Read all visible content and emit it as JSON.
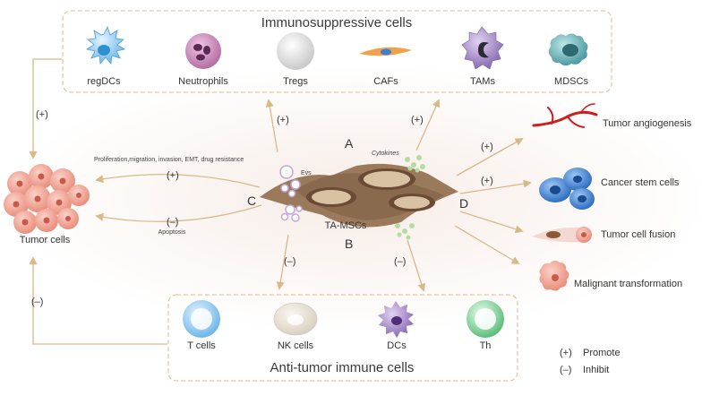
{
  "immunosuppressive": {
    "title": "Immunosuppressive cells",
    "cells": [
      "regDCs",
      "Neutrophils",
      "Tregs",
      "CAFs",
      "TAMs",
      "MDSCs"
    ]
  },
  "antitumor": {
    "title": "Anti-tumor immune cells",
    "cells": [
      "T cells",
      "NK cells",
      "DCs",
      "Th"
    ]
  },
  "center": {
    "label": "TA-MSCs",
    "evs": "Evs",
    "cytokines": "Cytokines",
    "letters": {
      "a": "A",
      "b": "B",
      "c": "C",
      "d": "D"
    }
  },
  "left": {
    "tumor_label": "Tumor cells",
    "effects_promote": "Proliferation,migration, invasion, EMT, drug resistance",
    "effects_inhibit": "Apoptosis"
  },
  "right": {
    "outcomes": [
      "Tumor angiogenesis",
      "Cancer stem cells",
      "Tumor cell fusion",
      "Malignant transformation"
    ]
  },
  "signs": {
    "plus": "(+)",
    "minus": "(–)"
  },
  "legend": {
    "promote_sign": "(+)",
    "promote": "Promote",
    "inhibit_sign": "(–)",
    "inhibit": "Inhibit"
  },
  "colors": {
    "arrow": "#d9b98a",
    "box_border": "#e0b48a",
    "msc": "#8a6a50",
    "tumor": "#f0a89a"
  }
}
